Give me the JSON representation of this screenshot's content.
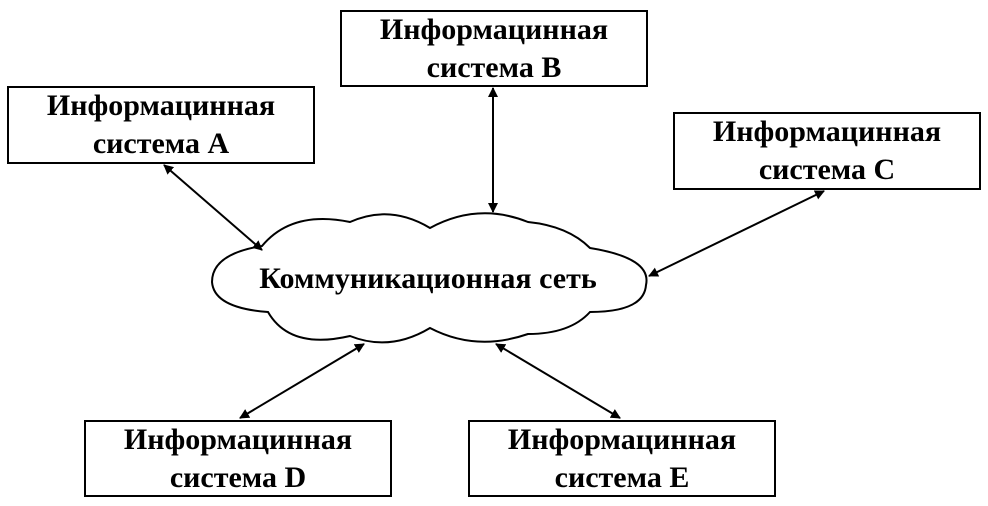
{
  "network": {
    "label": "Коммуникационная сеть"
  },
  "systems": [
    {
      "id": "a",
      "line1": "Информацинная",
      "line2": "система А"
    },
    {
      "id": "b",
      "line1": "Информацинная",
      "line2": "система В"
    },
    {
      "id": "c",
      "line1": "Информацинная",
      "line2": "система С"
    },
    {
      "id": "d",
      "line1": "Информацинная",
      "line2": "система D"
    },
    {
      "id": "e",
      "line1": "Информацинная",
      "line2": "система Е"
    }
  ],
  "connections": [
    {
      "from": "network",
      "to": "a",
      "direction": "bidirectional"
    },
    {
      "from": "network",
      "to": "b",
      "direction": "bidirectional"
    },
    {
      "from": "network",
      "to": "c",
      "direction": "bidirectional"
    },
    {
      "from": "network",
      "to": "d",
      "direction": "bidirectional"
    },
    {
      "from": "network",
      "to": "e",
      "direction": "bidirectional"
    }
  ],
  "colors": {
    "stroke": "#000000",
    "fill": "#ffffff"
  }
}
